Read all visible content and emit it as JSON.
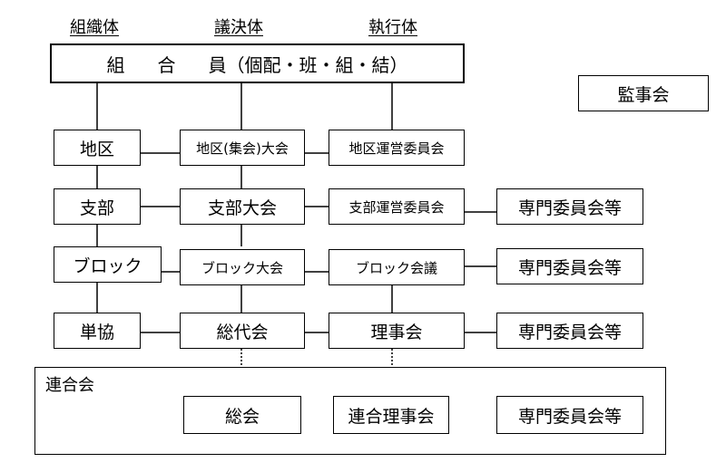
{
  "headers": {
    "organization": "組織体",
    "decision": "議決体",
    "execution": "執行体"
  },
  "members": {
    "c1": "組",
    "c2": "合",
    "c3": "員（個配・班・組・結）"
  },
  "audit": "監事会",
  "rows": {
    "district": {
      "org": "地区",
      "decision": "地区(集会)大会",
      "execution": "地区運営委員会"
    },
    "branch": {
      "org": "支部",
      "decision": "支部大会",
      "execution": "支部運営委員会",
      "committee": "専門委員会等"
    },
    "block": {
      "org": "ブロック",
      "decision": "ブロック大会",
      "execution": "ブロック会議",
      "committee": "専門委員会等"
    },
    "coop": {
      "org": "単協",
      "decision": "総代会",
      "execution": "理事会",
      "committee": "専門委員会等"
    }
  },
  "federation": {
    "label": "連合会",
    "general": "総会",
    "board": "連合理事会",
    "committee": "専門委員会等"
  }
}
